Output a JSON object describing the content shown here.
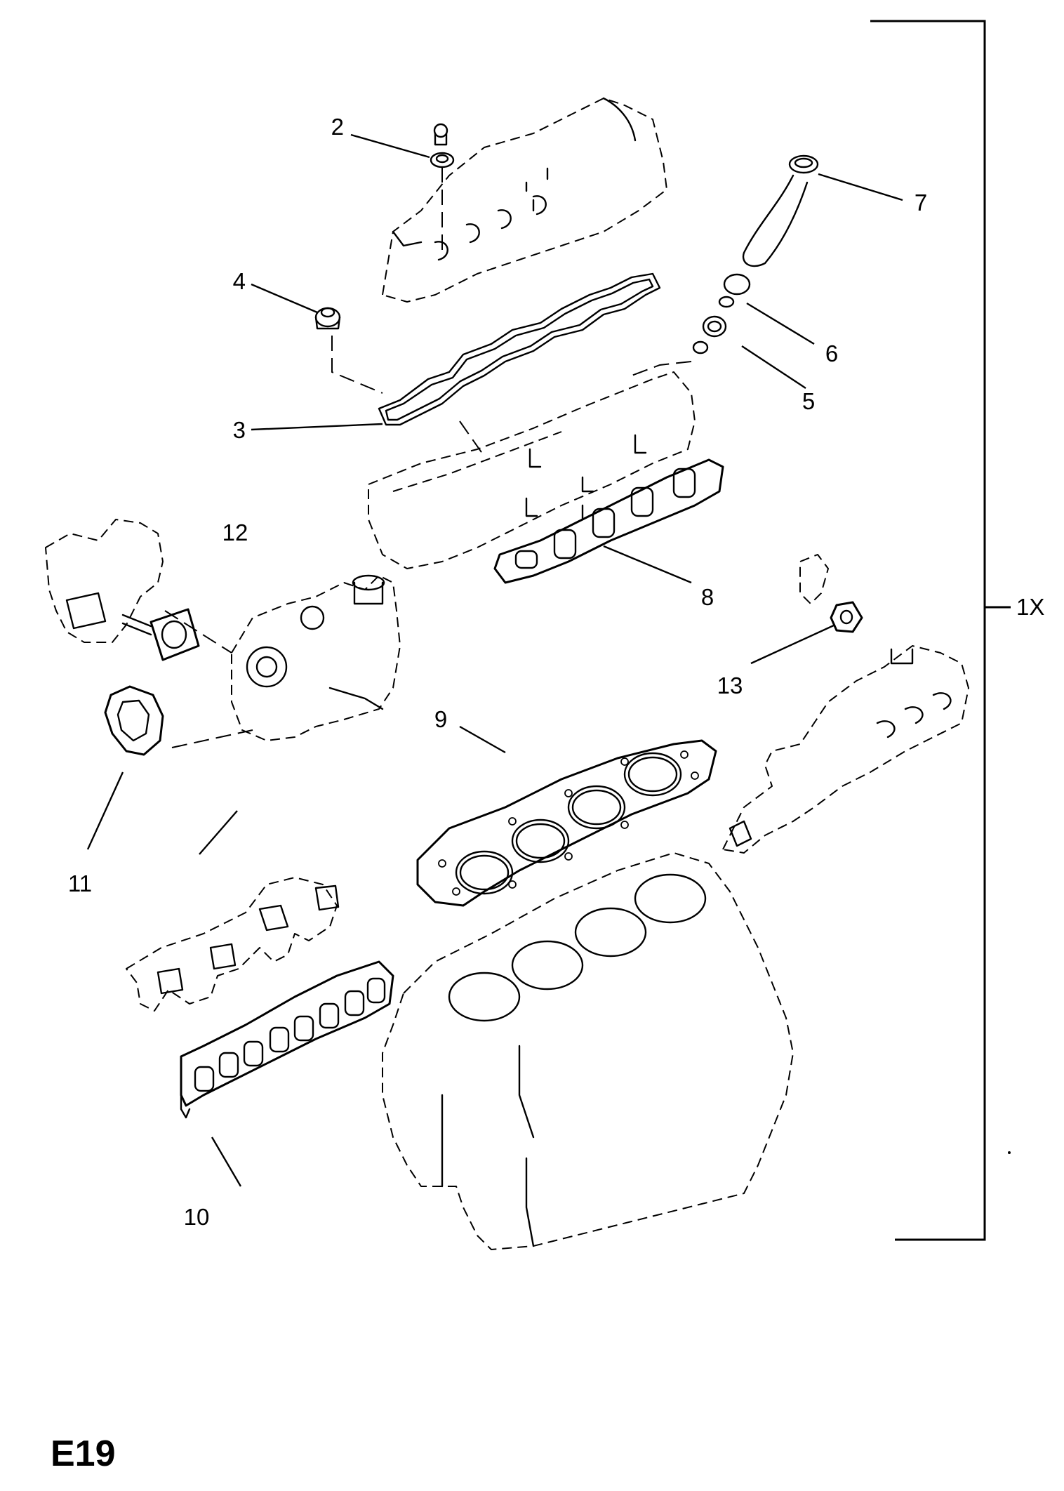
{
  "diagram": {
    "code": "E19",
    "kit_label": "1X",
    "callouts": [
      {
        "id": "2",
        "label": "2"
      },
      {
        "id": "3",
        "label": "3"
      },
      {
        "id": "4",
        "label": "4"
      },
      {
        "id": "5",
        "label": "5"
      },
      {
        "id": "6",
        "label": "6"
      },
      {
        "id": "7",
        "label": "7"
      },
      {
        "id": "8",
        "label": "8"
      },
      {
        "id": "9",
        "label": "9"
      },
      {
        "id": "10",
        "label": "10"
      },
      {
        "id": "11",
        "label": "11"
      },
      {
        "id": "12",
        "label": "12"
      },
      {
        "id": "13",
        "label": "13"
      }
    ]
  }
}
